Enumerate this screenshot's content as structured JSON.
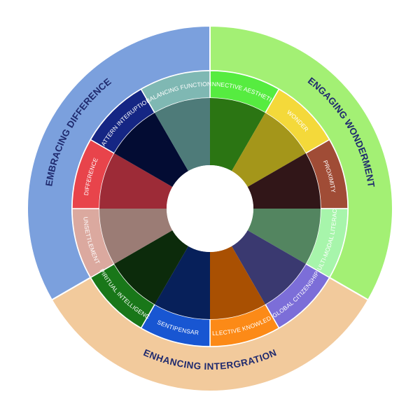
{
  "groups": [
    {
      "id": "difference",
      "label": "EMBRACING DIFFERENCE",
      "color": "#7ba0dd"
    },
    {
      "id": "wonderment",
      "label": "ENGAGING WONDERMENT",
      "color": "#a3f074"
    },
    {
      "id": "integration",
      "label": "ENHANCING INTERGRATION",
      "color": "#f2ca9c"
    }
  ],
  "segments": [
    {
      "label": "CONNECTIVE AESTHETICS",
      "group": "wonderment",
      "band_color": "#56ec40",
      "inner_color": "#2b7513"
    },
    {
      "label": "WONDER",
      "group": "wonderment",
      "band_color": "#f4d93a",
      "inner_color": "#a4961a"
    },
    {
      "label": "PROXIMITY",
      "group": "wonderment",
      "band_color": "#a04c36",
      "inner_color": "#311618"
    },
    {
      "label": "MULTI-MODAL LITERACY",
      "group": "wonderment",
      "band_color": "#a7f5ab",
      "inner_color": "#538560"
    },
    {
      "label": "GLOBAL CITIZENSHIP",
      "group": "integration",
      "band_color": "#7c6ed8",
      "inner_color": "#3a3970"
    },
    {
      "label": "COLLECTIVE KNOWLEDGE",
      "group": "integration",
      "band_color": "#fc8a17",
      "inner_color": "#a95002"
    },
    {
      "label": "SENTIPENSAR",
      "group": "integration",
      "band_color": "#1856d2",
      "inner_color": "#07205a"
    },
    {
      "label": "SPIRITUAL INTELLIGENCE",
      "group": "integration",
      "band_color": "#197719",
      "inner_color": "#0c2b0b"
    },
    {
      "label": "UNSETTLEMENT",
      "group": "difference",
      "band_color": "#dba99f",
      "inner_color": "#9b7c75"
    },
    {
      "label": "DIFFERENCE",
      "group": "difference",
      "band_color": "#e8444b",
      "inner_color": "#9d2b37"
    },
    {
      "label": "PATTERN INTERUPTION",
      "group": "difference",
      "band_color": "#152684",
      "inner_color": "#030c33"
    },
    {
      "label": "BALANCING FUNCTION",
      "group": "difference",
      "band_color": "#7fb8b3",
      "inner_color": "#4e7b79"
    }
  ]
}
